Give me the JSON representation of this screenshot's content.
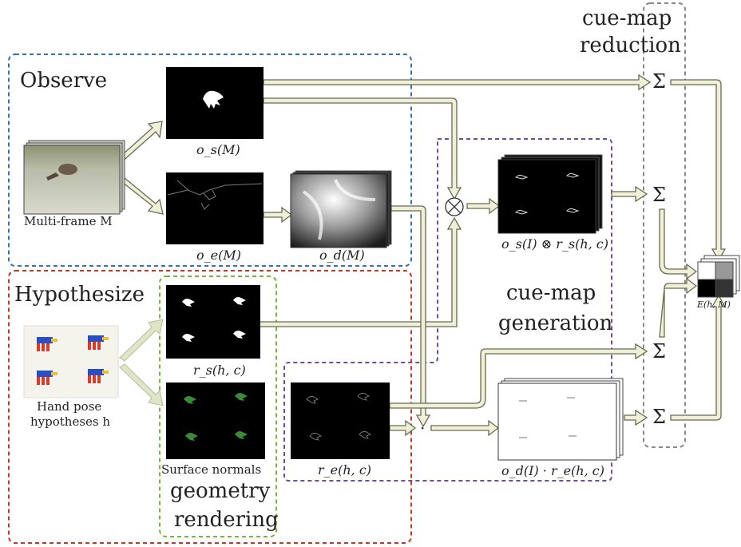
{
  "groups": {
    "observe": "Observe",
    "hypothesize": "Hypothesize",
    "reduction_line1": "cue-map",
    "reduction_line2": "reduction",
    "generation_line1": "cue-map",
    "generation_line2": "generation",
    "geometry_line1": "geometry",
    "geometry_line2": "rendering"
  },
  "labels": {
    "multi_frame": "Multi-frame M",
    "os": "o_s(M)",
    "oe": "o_e(M)",
    "od": "o_d(M)",
    "hand_pose_1": "Hand pose",
    "hand_pose_2": "hypotheses h",
    "rs": "r_s(h, c)",
    "surface_normals": "Surface normals",
    "re": "r_e(h, c)",
    "os_rs": "o_s(I) ⊗ r_s(h, c)",
    "od_re": "o_d(I) · r_e(h, c)",
    "energy": "E(h, M)"
  },
  "symbols": {
    "sigma": "Σ",
    "otimes": "⊗",
    "cdot": "·"
  },
  "colors": {
    "observe_box": "#3a6fb0",
    "hypothesize_box": "#c0392b",
    "geometry_box": "#7cb342",
    "generation_box": "#6a4fa0",
    "reduction_box": "#888888",
    "arrow_fill": "#eef0dc",
    "arrow_stroke": "#6b6b4a"
  }
}
